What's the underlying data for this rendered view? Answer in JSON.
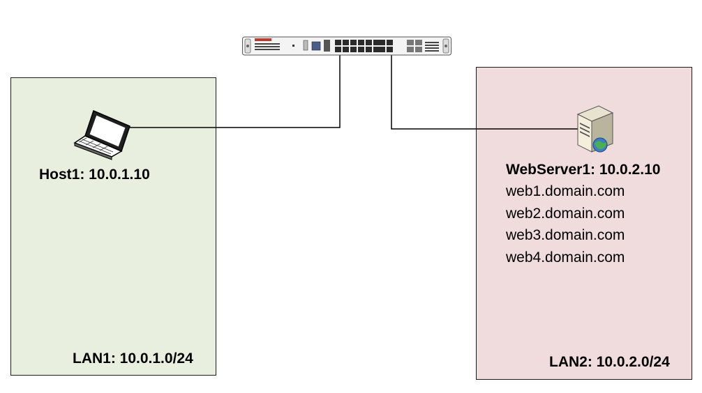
{
  "lan1": {
    "label": "LAN1: 10.0.1.0/24",
    "host": {
      "label": "Host1: 10.0.1.10",
      "icon": "laptop-icon"
    },
    "color": "#e9efdf"
  },
  "lan2": {
    "label": "LAN2: 10.0.2.0/24",
    "server": {
      "label": "WebServer1: 10.0.2.10",
      "icon": "web-server-icon",
      "domains": [
        "web1.domain.com",
        "web2.domain.com",
        "web3.domain.com",
        "web4.domain.com"
      ]
    },
    "color": "#f0dcdc"
  },
  "firewall": {
    "icon": "firewall-appliance-icon"
  }
}
